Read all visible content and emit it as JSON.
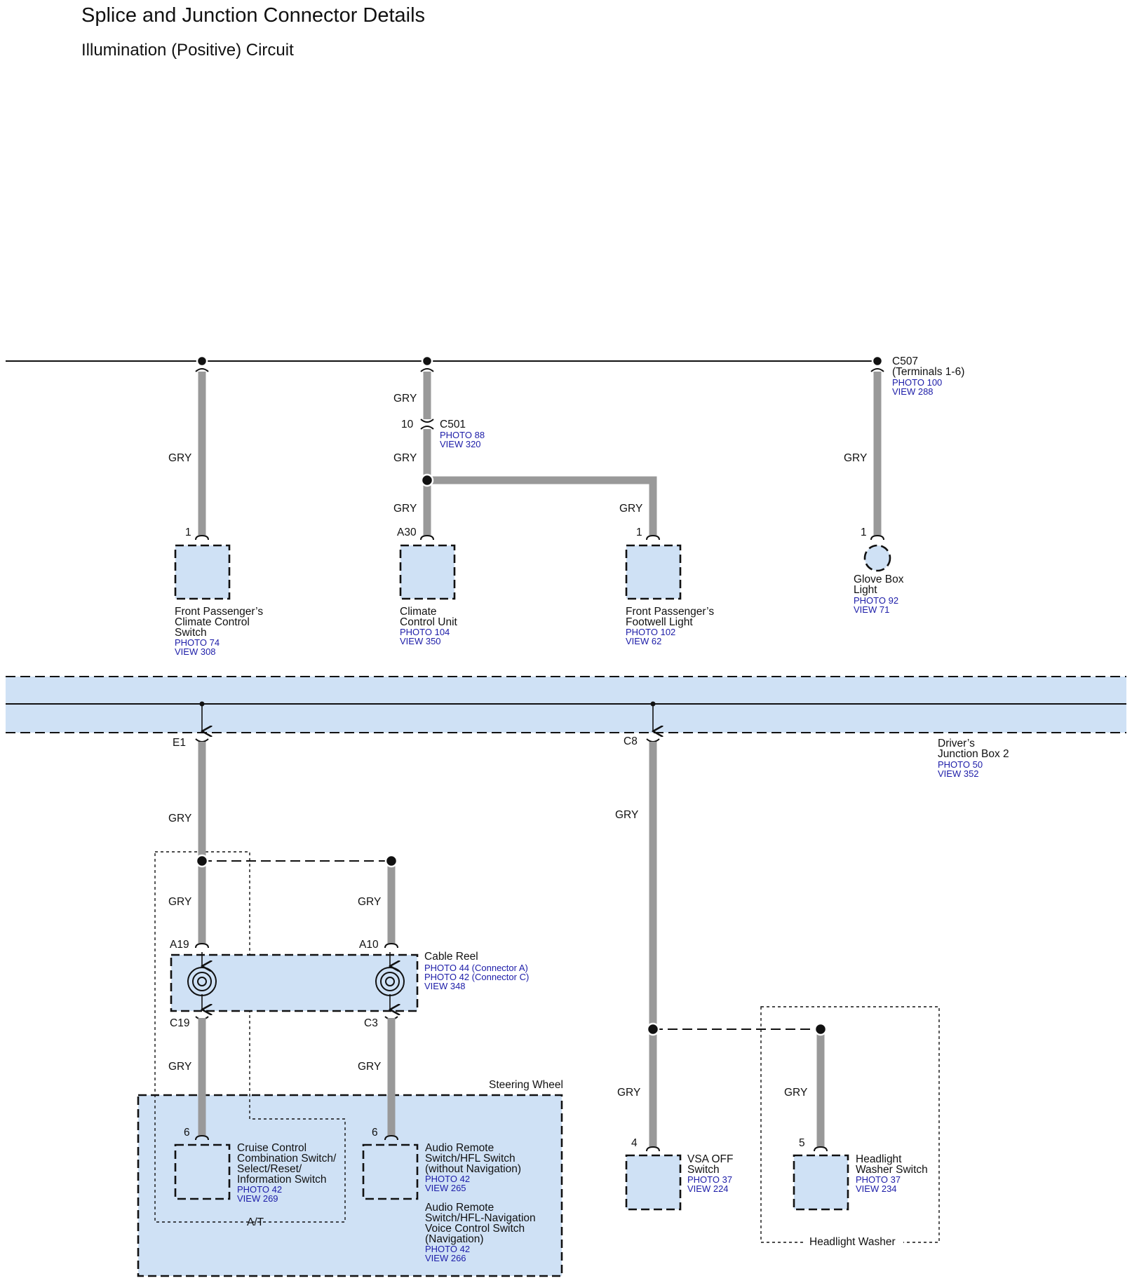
{
  "header": {
    "title": "Splice and Junction Connector Details",
    "subtitle": "Illumination (Positive) Circuit"
  },
  "wire_color": "GRY",
  "colors": {
    "wire": "#999999",
    "component_fill": "#cfe1f5",
    "reference_text": "#1c1ca8"
  },
  "connectors": {
    "c501": {
      "pin": "10",
      "name": "C501",
      "photo": "PHOTO 88",
      "view": "VIEW 320"
    },
    "c507": {
      "name": "C507",
      "note": "(Terminals 1-6)",
      "photo": "PHOTO 100",
      "view": "VIEW 288"
    }
  },
  "top_components": {
    "climate_switch": {
      "pin": "1",
      "lines": [
        "Front Passenger’s",
        "Climate Control",
        "Switch"
      ],
      "photo": "PHOTO 74",
      "view": "VIEW 308"
    },
    "climate_unit": {
      "pin": "A30",
      "lines": [
        "Climate",
        "Control Unit"
      ],
      "photo": "PHOTO 104",
      "view": "VIEW 350"
    },
    "footwell_light": {
      "pin": "1",
      "lines": [
        "Front Passenger’s",
        "Footwell Light"
      ],
      "photo": "PHOTO 102",
      "view": "VIEW 62"
    },
    "glove_box_light": {
      "pin": "1",
      "lines": [
        "Glove Box",
        "Light"
      ],
      "photo": "PHOTO 92",
      "view": "VIEW 71"
    }
  },
  "junction_box": {
    "lines": [
      "Driver’s",
      "Junction Box 2"
    ],
    "photo": "PHOTO 50",
    "view": "VIEW 352",
    "terminal_e": "E1",
    "terminal_c": "C8"
  },
  "cable_reel": {
    "name": "Cable Reel",
    "photo_a": "PHOTO 44 (Connector A)",
    "photo_c": "PHOTO 42 (Connector C)",
    "view": "VIEW 348",
    "pin_a19": "A19",
    "pin_a10": "A10",
    "pin_c19": "C19",
    "pin_c3": "C3"
  },
  "steering_wheel": {
    "label": "Steering Wheel",
    "at_label": "A/T"
  },
  "bottom_components": {
    "cruise_switch": {
      "pin": "6",
      "lines": [
        "Cruise Control",
        "Combination Switch/",
        "Select/Reset/",
        "Information Switch"
      ],
      "photo": "PHOTO 42",
      "view": "VIEW 269"
    },
    "audio_remote": {
      "pin": "6",
      "lines": [
        "Audio Remote",
        "Switch/HFL Switch",
        "(without Navigation)"
      ],
      "photo": "PHOTO 42",
      "view": "VIEW 265",
      "alt_lines": [
        "Audio Remote",
        "Switch/HFL-Navigation",
        "Voice Control Switch",
        "(Navigation)"
      ],
      "alt_photo": "PHOTO 42",
      "alt_view": "VIEW 266"
    },
    "vsa_off": {
      "pin": "4",
      "lines": [
        "VSA OFF",
        "Switch"
      ],
      "photo": "PHOTO 37",
      "view": "VIEW 224"
    },
    "headlight_washer_switch": {
      "pin": "5",
      "lines": [
        "Headlight",
        "Washer Switch"
      ],
      "photo": "PHOTO 37",
      "view": "VIEW 234"
    }
  },
  "headlight_washer_group": {
    "label": "Headlight Washer"
  }
}
